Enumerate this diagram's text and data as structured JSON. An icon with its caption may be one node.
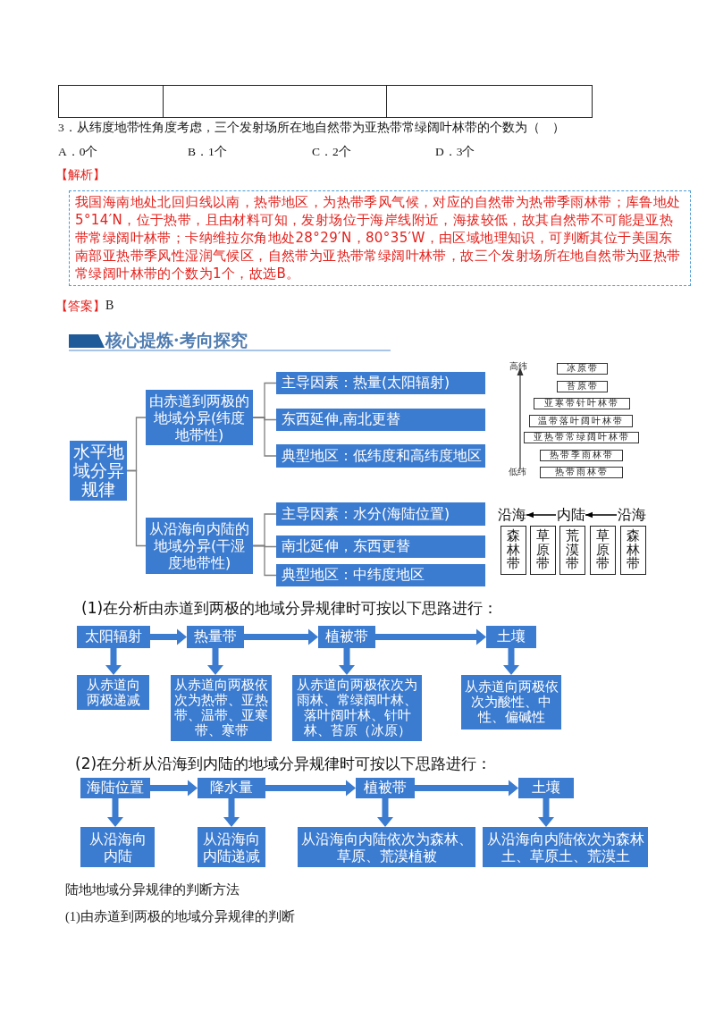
{
  "diagram": {
    "title": "核心提炼·考向探究",
    "nodes": [
      {
        "text": [
          "【解析】",
          "我国海南地处北回归线以南，热带地区，为热带季风气候，对应的自然带为热带季雨林带；库鲁地处5°14′N，位于热带，且由材料可知，发射场位于海岸线附近，海拔较低，故其自然带不可能是亚热带常绿阔叶林带；卡纳维拉尔角地处28°29′N，80°35′W，由区域地理知识，可判断其位于美国东南部亚热带季风性湿润气候区，自然带为亚热带常绿阔叶林带，故三个发射场所在地自然带为亚热带常绿阔叶林带的个数为1个，故选B。"
        ]
      },
      {
        "text": [
          "水平地域分异规律"
        ]
      },
      {
        "text": [
          "由赤道到两极的地域分异(纬度地带性)"
        ]
      },
      {
        "text": [
          "主导因素：热量(太阳辐射)"
        ]
      },
      {
        "text": [
          "东西延伸,南北更替"
        ]
      },
      {
        "text": [
          "典型地区：低纬度和高纬度地区"
        ]
      },
      {
        "text": [
          "从沿海向内陆的地域分异(干湿度地带性)"
        ]
      },
      {
        "text": [
          "主导因素：水分(海陆位置)"
        ]
      },
      {
        "text": [
          "南北延伸，东西更替"
        ]
      },
      {
        "text": [
          "典型地区：中纬度地区"
        ]
      },
      {
        "text": [
          "冰原带"
        ]
      },
      {
        "text": [
          "苔原带"
        ]
      },
      {
        "text": [
          "亚寒带针叶林带"
        ]
      },
      {
        "text": [
          "温带落叶阔叶林带"
        ]
      },
      {
        "text": [
          "亚热带常绿阔叶林带"
        ]
      },
      {
        "text": [
          "热带季雨林带"
        ]
      },
      {
        "text": [
          "热带雨林带"
        ]
      },
      {
        "text": [
          "沿海"
        ]
      },
      {
        "text": [
          "内陆"
        ]
      },
      {
        "text": [
          "沿海"
        ]
      },
      {
        "text": [
          "森林带"
        ]
      },
      {
        "text": [
          "草原带"
        ]
      },
      {
        "text": [
          "荒漠带"
        ]
      },
      {
        "text": [
          "草原带"
        ]
      },
      {
        "text": [
          "森林带"
        ]
      },
      {
        "text": [
          "太阳辐射"
        ]
      },
      {
        "text": [
          "热量带"
        ]
      },
      {
        "text": [
          "植被带"
        ]
      },
      {
        "text": [
          "土壤"
        ]
      },
      {
        "text": [
          "从赤道向两极递减"
        ]
      },
      {
        "text": [
          "从赤道向两极依次为热带、亚热带、温带、亚寒带、寒带"
        ]
      },
      {
        "text": [
          "从赤道向两极依次为雨林、常绿阔叶林、落叶阔叶林、针叶林、苔原（冰原）"
        ]
      },
      {
        "text": [
          "从赤道向两极依次为酸性、中性、偏碱性"
        ]
      },
      {
        "text": [
          "海陆位置"
        ]
      },
      {
        "text": [
          "降水量"
        ]
      },
      {
        "text": [
          "植被带"
        ]
      },
      {
        "text": [
          "土壤"
        ]
      },
      {
        "text": [
          "从沿海向内陆"
        ]
      },
      {
        "text": [
          "从沿海向内陆递减"
        ]
      },
      {
        "text": [
          "从沿海向内陆依次为森林、草原、荒漠植被"
        ]
      },
      {
        "text": [
          "从沿海向内陆依次为森林土、草原土、荒漠土"
        ]
      }
    ],
    "edges": [
      {
        "from": 1,
        "to": 2,
        "arrow": "none",
        "color": "#7f7f7f"
      },
      {
        "from": 1,
        "to": 6,
        "arrow": "none",
        "color": "#7f7f7f"
      },
      {
        "from": 2,
        "to": 3,
        "arrow": "none",
        "color": "#7f7f7f"
      },
      {
        "from": 2,
        "to": 4,
        "arrow": "none",
        "color": "#7f7f7f"
      },
      {
        "from": 2,
        "to": 5,
        "arrow": "none",
        "color": "#7f7f7f"
      },
      {
        "from": 6,
        "to": 7,
        "arrow": "none",
        "color": "#7f7f7f"
      },
      {
        "from": 6,
        "to": 8,
        "arrow": "none",
        "color": "#7f7f7f"
      },
      {
        "from": 6,
        "to": 9,
        "arrow": "none",
        "color": "#7f7f7f"
      },
      {
        "from": 18,
        "to": 17,
        "arrow": "to",
        "color": "#000000"
      },
      {
        "from": 19,
        "to": 18,
        "arrow": "to",
        "color": "#000000"
      },
      {
        "from": 25,
        "to": 26,
        "arrow": "to",
        "style": "thick"
      },
      {
        "from": 26,
        "to": 27,
        "arrow": "to",
        "style": "thick"
      },
      {
        "from": 27,
        "to": 28,
        "arrow": "to",
        "style": "thick"
      },
      {
        "from": 25,
        "to": 29,
        "arrow": "to",
        "style": "thick"
      },
      {
        "from": 26,
        "to": 30,
        "arrow": "to",
        "style": "thick"
      },
      {
        "from": 27,
        "to": 31,
        "arrow": "to",
        "style": "thick"
      },
      {
        "from": 28,
        "to": 32,
        "arrow": "to",
        "style": "thick"
      },
      {
        "from": 33,
        "to": 34,
        "arrow": "to",
        "style": "thick"
      },
      {
        "from": 34,
        "to": 35,
        "arrow": "to",
        "style": "thick"
      },
      {
        "from": 35,
        "to": 36,
        "arrow": "to",
        "style": "thick"
      },
      {
        "from": 33,
        "to": 37,
        "arrow": "to",
        "style": "thick"
      },
      {
        "from": 34,
        "to": 38,
        "arrow": "to",
        "style": "thick"
      },
      {
        "from": 35,
        "to": 39,
        "arrow": "to",
        "style": "thick"
      },
      {
        "from": 36,
        "to": 40,
        "arrow": "to",
        "style": "thick"
      }
    ],
    "labels": [
      "3．从纬度地带性角度考虑，三个发射场所在地自然带为亚热带常绿阔叶林带的个数为（　）",
      "A．0个",
      "B．1个",
      "C．2个",
      "D．3个",
      "【答案】",
      "B",
      "高纬",
      "低纬",
      "(1)在分析由赤道到两极的地域分异规律时可按以下思路进行：",
      "(2)在分析从沿海到内陆的地域分异规律时可按以下思路进行：",
      "陆地地域分异规律的判断方法",
      "(1)由赤道到两极的地域分异规律的判断"
    ]
  }
}
